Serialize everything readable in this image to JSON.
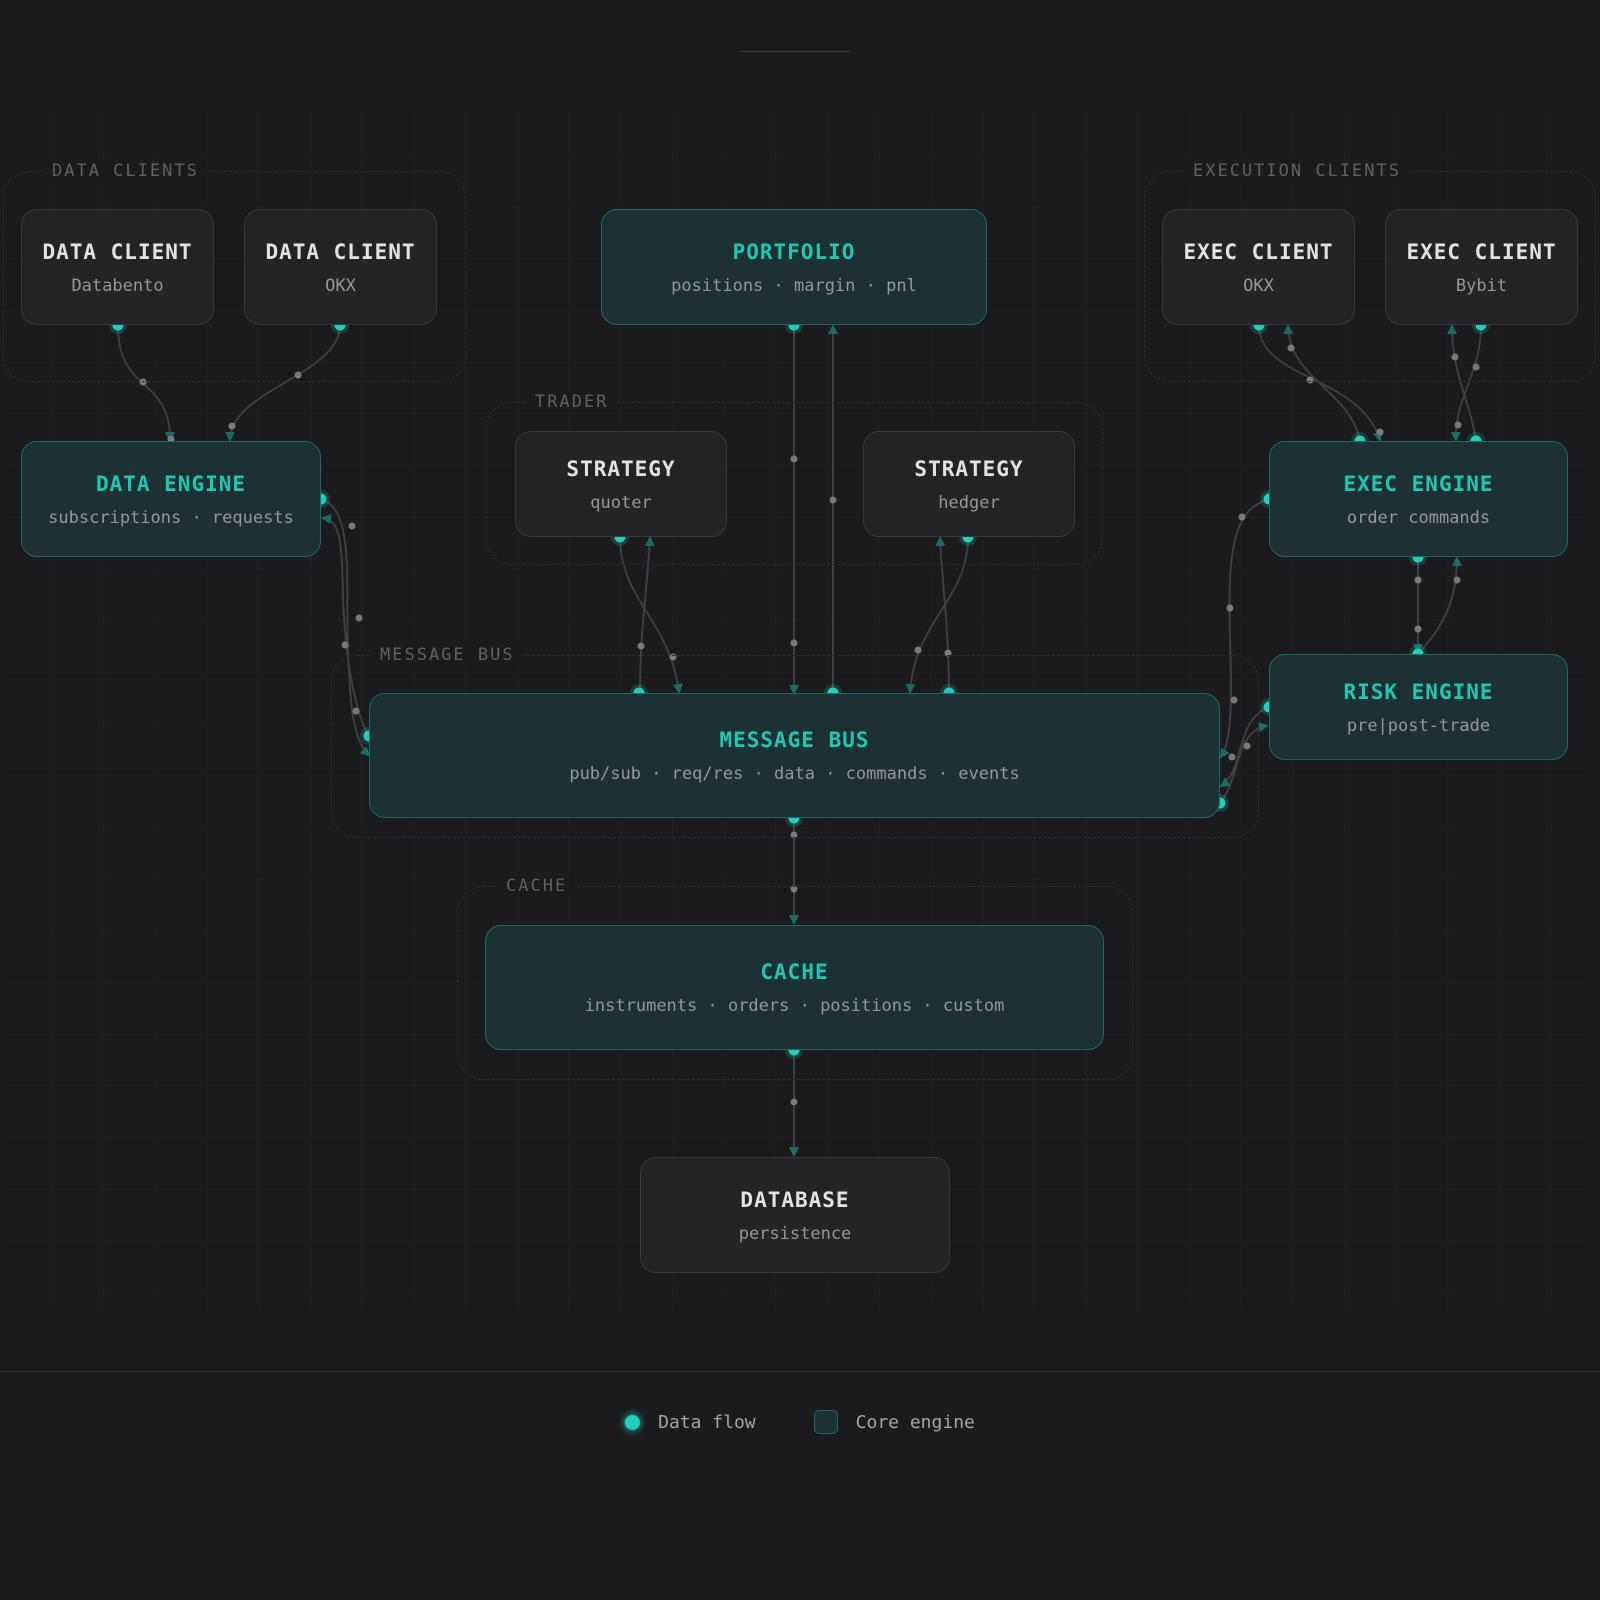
{
  "groups": {
    "data_clients": "DATA CLIENTS",
    "execution_clients": "EXECUTION CLIENTS",
    "trader": "TRADER",
    "message_bus": "MESSAGE BUS",
    "cache": "CACHE"
  },
  "nodes": {
    "data_client_databento": {
      "title": "DATA CLIENT",
      "sub": "Databento"
    },
    "data_client_okx": {
      "title": "DATA CLIENT",
      "sub": "OKX"
    },
    "portfolio": {
      "title": "PORTFOLIO",
      "sub": "positions · margin · pnl"
    },
    "exec_client_okx": {
      "title": "EXEC CLIENT",
      "sub": "OKX"
    },
    "exec_client_bybit": {
      "title": "EXEC CLIENT",
      "sub": "Bybit"
    },
    "data_engine": {
      "title": "DATA ENGINE",
      "sub": "subscriptions · requests"
    },
    "strategy_quoter": {
      "title": "STRATEGY",
      "sub": "quoter"
    },
    "strategy_hedger": {
      "title": "STRATEGY",
      "sub": "hedger"
    },
    "exec_engine": {
      "title": "EXEC ENGINE",
      "sub": "order commands"
    },
    "risk_engine": {
      "title": "RISK ENGINE",
      "sub": "pre|post-trade"
    },
    "message_bus": {
      "title": "MESSAGE BUS",
      "sub": "pub/sub · req/res · data · commands · events"
    },
    "cache": {
      "title": "CACHE",
      "sub": "instruments · orders · positions · custom"
    },
    "database": {
      "title": "DATABASE",
      "sub": "persistence"
    }
  },
  "legend": {
    "data_flow": "Data flow",
    "core_engine": "Core engine"
  },
  "colors": {
    "accent": "#1fd1bc",
    "core_fill": "#1c3133",
    "core_border": "#1d6b66",
    "plain_fill": "#242426",
    "background": "#1b1b1d"
  }
}
